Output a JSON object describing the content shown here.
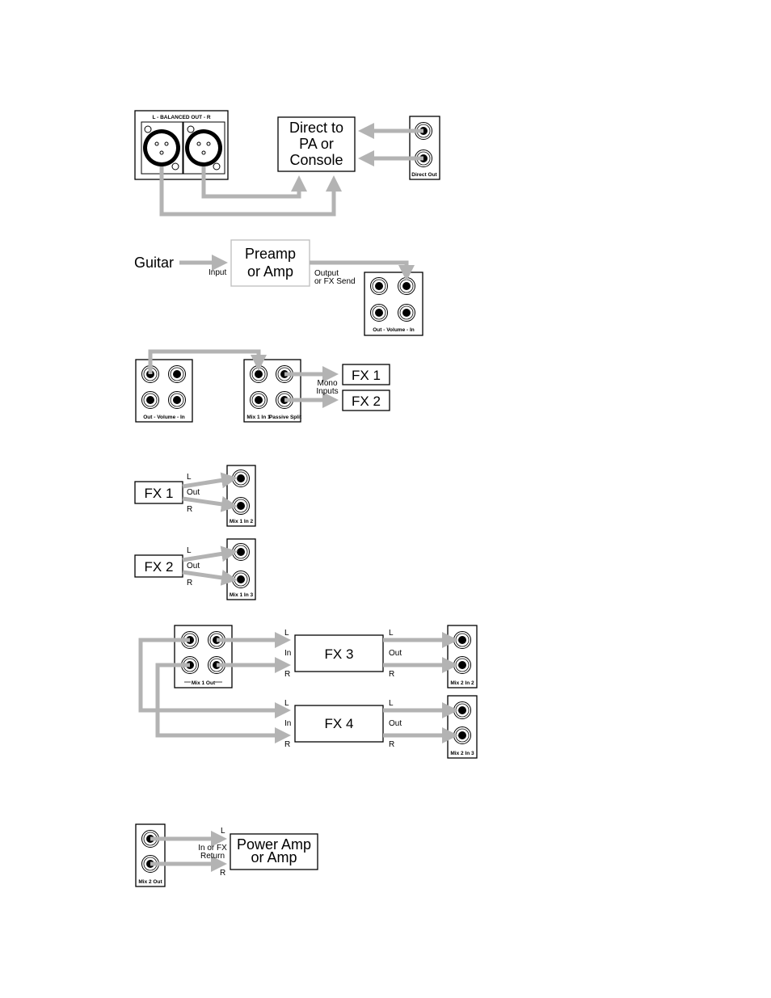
{
  "colors": {
    "wire": "#b3b3b3",
    "line": "#000000",
    "background": "#ffffff"
  },
  "section1": {
    "balanced_panel_label": "L - BALANCED OUT - R",
    "box_lines": [
      "Direct to",
      "PA or",
      "Console"
    ],
    "direct_out_label": "Direct Out"
  },
  "section2": {
    "source": "Guitar",
    "input_label": "Input",
    "box_lines": [
      "Preamp",
      "or Amp"
    ],
    "output_lines": [
      "Output",
      "or FX Send"
    ],
    "panel_label": "Out - Volume - In"
  },
  "section3": {
    "left_panel_label": "Out - Volume - In",
    "right_panel_label_a": "Mix 1 In 1",
    "right_panel_label_b": "Passive Split",
    "mono_lines": [
      "Mono",
      "Inputs"
    ],
    "fx1": "FX 1",
    "fx2": "FX 2"
  },
  "section4": {
    "fx1": "FX 1",
    "fx2": "FX 2",
    "l": "L",
    "out": "Out",
    "r": "R",
    "jack1_label": "Mix 1 In 2",
    "jack2_label": "Mix 1 In 3"
  },
  "section5": {
    "mix_out_label": "Mix 1 Out",
    "fx3": "FX 3",
    "fx4": "FX 4",
    "l": "L",
    "in": "In",
    "out": "Out",
    "r": "R",
    "jack1_label": "Mix 2 In 2",
    "jack2_label": "Mix 2 In 3"
  },
  "section6": {
    "mix_label": "Mix 2 Out",
    "l": "L",
    "in_lines": [
      "In or FX",
      "Return"
    ],
    "r": "R",
    "box_lines": [
      "Power Amp",
      "or Amp"
    ]
  }
}
